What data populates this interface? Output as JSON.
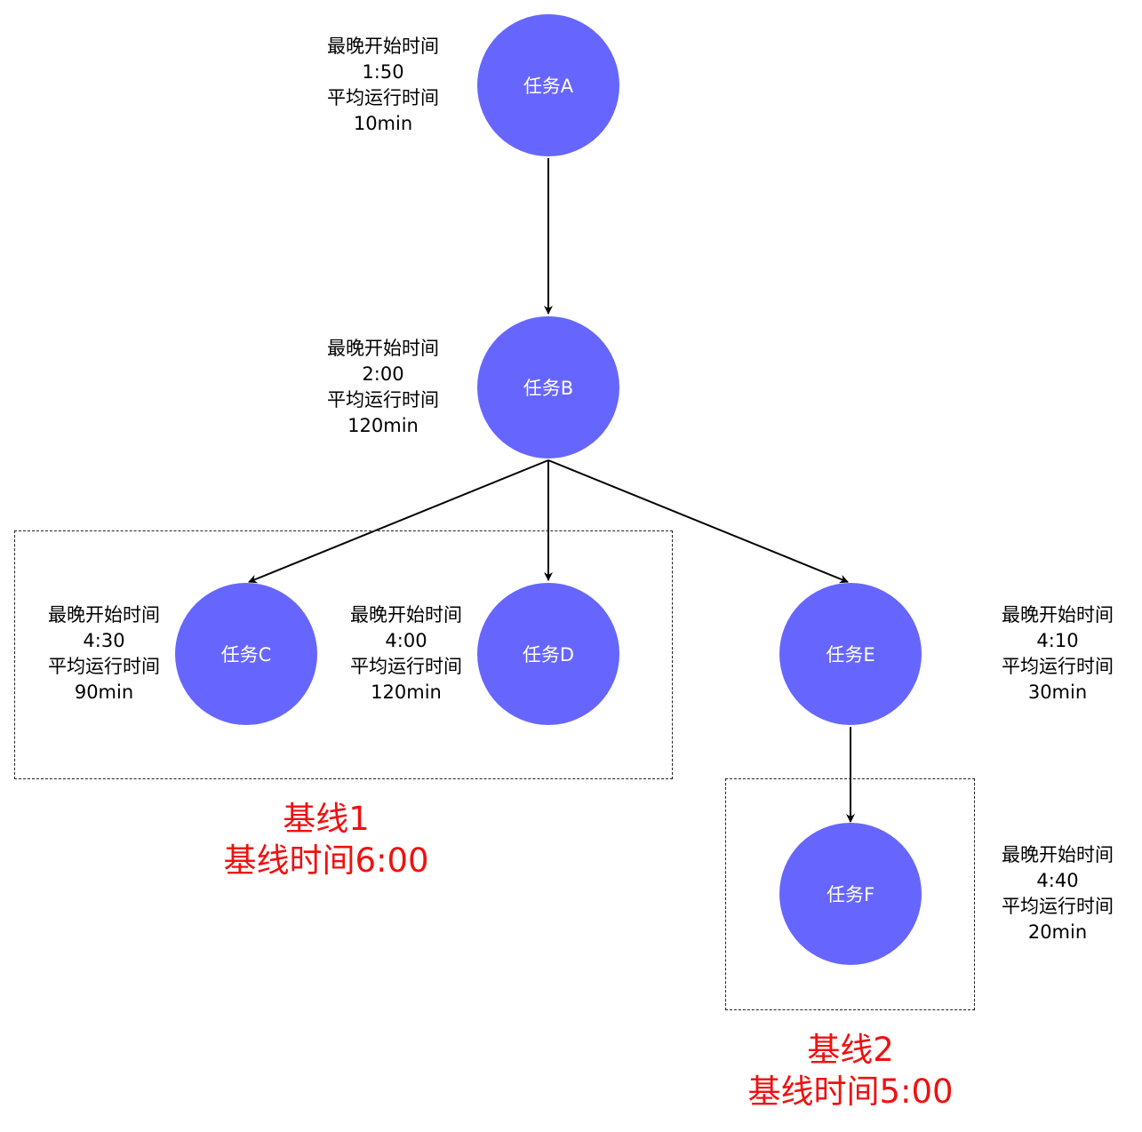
{
  "colors": {
    "node_fill": "#6666ff",
    "node_text": "#ffffff",
    "baseline_text": "#ee1111",
    "edge": "#000000"
  },
  "nodes": {
    "a": {
      "label": "任务A",
      "latest_start_label": "最晚开始时间",
      "latest_start": "1:50",
      "avg_runtime_label": "平均运行时间",
      "avg_runtime": "10min"
    },
    "b": {
      "label": "任务B",
      "latest_start_label": "最晚开始时间",
      "latest_start": "2:00",
      "avg_runtime_label": "平均运行时间",
      "avg_runtime": "120min"
    },
    "c": {
      "label": "任务C",
      "latest_start_label": "最晚开始时间",
      "latest_start": "4:30",
      "avg_runtime_label": "平均运行时间",
      "avg_runtime": "90min"
    },
    "d": {
      "label": "任务D",
      "latest_start_label": "最晚开始时间",
      "latest_start": "4:00",
      "avg_runtime_label": "平均运行时间",
      "avg_runtime": "120min"
    },
    "e": {
      "label": "任务E",
      "latest_start_label": "最晚开始时间",
      "latest_start": "4:10",
      "avg_runtime_label": "平均运行时间",
      "avg_runtime": "30min"
    },
    "f": {
      "label": "任务F",
      "latest_start_label": "最晚开始时间",
      "latest_start": "4:40",
      "avg_runtime_label": "平均运行时间",
      "avg_runtime": "20min"
    }
  },
  "edges": [
    {
      "from": "任务A",
      "to": "任务B"
    },
    {
      "from": "任务B",
      "to": "任务C"
    },
    {
      "from": "任务B",
      "to": "任务D"
    },
    {
      "from": "任务B",
      "to": "任务E"
    },
    {
      "from": "任务E",
      "to": "任务F"
    }
  ],
  "baselines": {
    "one": {
      "name": "基线1",
      "time": "基线时间6:00"
    },
    "two": {
      "name": "基线2",
      "time": "基线时间5:00"
    }
  }
}
